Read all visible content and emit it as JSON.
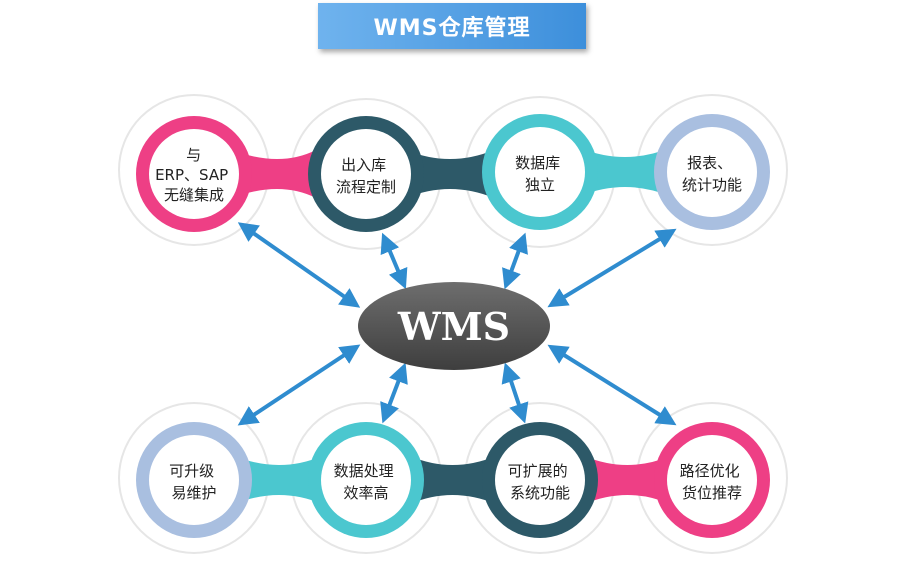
{
  "title": "WMS仓库管理",
  "center": {
    "label": "WMS"
  },
  "top_nodes": [
    {
      "lines": [
        "与",
        "ERP、SAP",
        "无缝集成"
      ]
    },
    {
      "lines": [
        "出入库",
        "流程定制"
      ]
    },
    {
      "lines": [
        "数据库",
        "独立"
      ]
    },
    {
      "lines": [
        "报表、",
        "统计功能"
      ]
    }
  ],
  "bottom_nodes": [
    {
      "lines": [
        "可升级",
        "易维护"
      ]
    },
    {
      "lines": [
        "数据处理",
        "效率高"
      ]
    },
    {
      "lines": [
        "可扩展的",
        "系统功能"
      ]
    },
    {
      "lines": [
        "路径优化",
        "货位推荐"
      ]
    }
  ],
  "colors": {
    "pink": "#ee3f85",
    "dark_teal": "#2d5968",
    "cyan": "#4bc7cf",
    "light_blue": "#a9bfe0",
    "arrow": "#2f8ccf",
    "center_fill": "#5a5a5a",
    "title_bg": "#4a9ae0"
  }
}
